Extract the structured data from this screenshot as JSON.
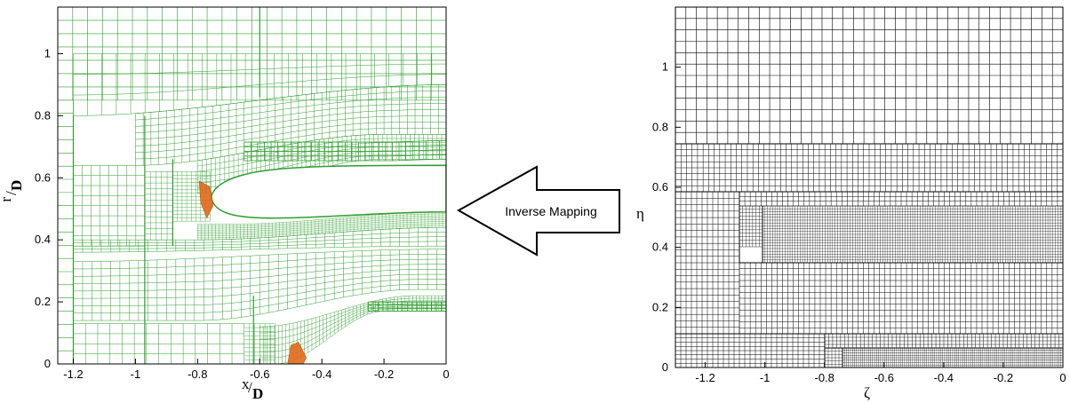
{
  "left_panel": {
    "y_axis_label": "r/D",
    "y_axis_label_parts": {
      "numerator": "r",
      "denominator": "D"
    },
    "x_axis_label": "x/D",
    "x_axis_label_parts": {
      "numerator": "x",
      "denominator": "D"
    },
    "x_ticks": [
      "-1.2",
      "-1",
      "-0.8",
      "-0.6",
      "-0.4",
      "-0.2",
      "0"
    ],
    "y_ticks": [
      "0",
      "0.2",
      "0.4",
      "0.6",
      "0.8",
      "1"
    ],
    "x_range": [
      -1.25,
      0
    ],
    "y_range": [
      0,
      1.15
    ],
    "grid_color": "#2e9e2e",
    "highlight_color": "#e06a1a",
    "description": "physical-space curvilinear mesh around a rounded body"
  },
  "arrow": {
    "label": "Inverse Mapping",
    "direction": "left"
  },
  "right_panel": {
    "y_axis_label": "η",
    "x_axis_label": "ζ",
    "x_ticks": [
      "-1.2",
      "-1",
      "-0.8",
      "-0.6",
      "-0.4",
      "-0.2",
      "0"
    ],
    "y_ticks": [
      "0",
      "0.2",
      "0.4",
      "0.6",
      "0.8",
      "1"
    ],
    "x_range": [
      -1.3,
      0
    ],
    "y_range": [
      0,
      1.2
    ],
    "grid_color": "#000000"
  }
}
